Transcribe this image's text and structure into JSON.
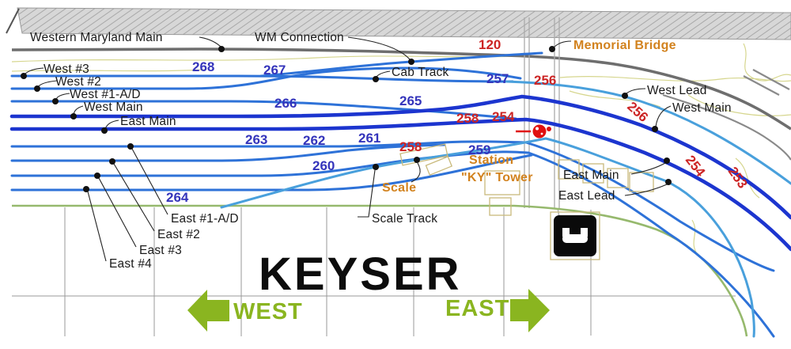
{
  "diagram": {
    "title": "KEYSER",
    "directions": {
      "west": "WEST",
      "east": "EAST"
    },
    "track_names": {
      "western_maryland_main": "Western Maryland Main",
      "wm_connection": "WM Connection",
      "cab_track": "Cab Track",
      "west_3": "West #3",
      "west_2": "West #2",
      "west_1_ad": "West #1-A/D",
      "west_main_left": "West Main",
      "east_main_left": "East Main",
      "east_1_ad": "East #1-A/D",
      "east_2": "East #2",
      "east_3": "East #3",
      "east_4": "East #4",
      "scale_track": "Scale Track",
      "west_lead": "West Lead",
      "west_main_right": "West Main",
      "east_main_right": "East Main",
      "east_lead": "East Lead"
    },
    "places": {
      "memorial_bridge": "Memorial Bridge",
      "station_line1": "Station",
      "station_line2": "\"KY\" Tower",
      "scale": "Scale"
    },
    "track_numbers_blue": {
      "n268": "268",
      "n267": "267",
      "n266": "266",
      "n265": "265",
      "n264": "264",
      "n263": "263",
      "n262": "262",
      "n261": "261",
      "n260": "260",
      "n259": "259",
      "n257": "257"
    },
    "track_numbers_red": {
      "n120": "120",
      "n256_bridge": "256",
      "n256_curve": "256",
      "n258_upper": "258",
      "n258_lower": "258",
      "n254_upper": "254",
      "n254_curve": "254",
      "n253": "253"
    },
    "icons": {
      "phone": "phone-handset-icon",
      "signal": "red-signal-icon"
    },
    "colors": {
      "track_main_dark_blue": "#1c35cf",
      "track_medium_blue": "#2e72d8",
      "track_light_blue": "#49a0dc",
      "wm_main_gray": "#6e6e6e",
      "boundary_green": "#96b96d",
      "direction_green": "#8ab520",
      "label_orange": "#d2821e",
      "number_blue": "#3434bb",
      "number_red": "#cc2424",
      "signal_red": "#e01010"
    }
  }
}
